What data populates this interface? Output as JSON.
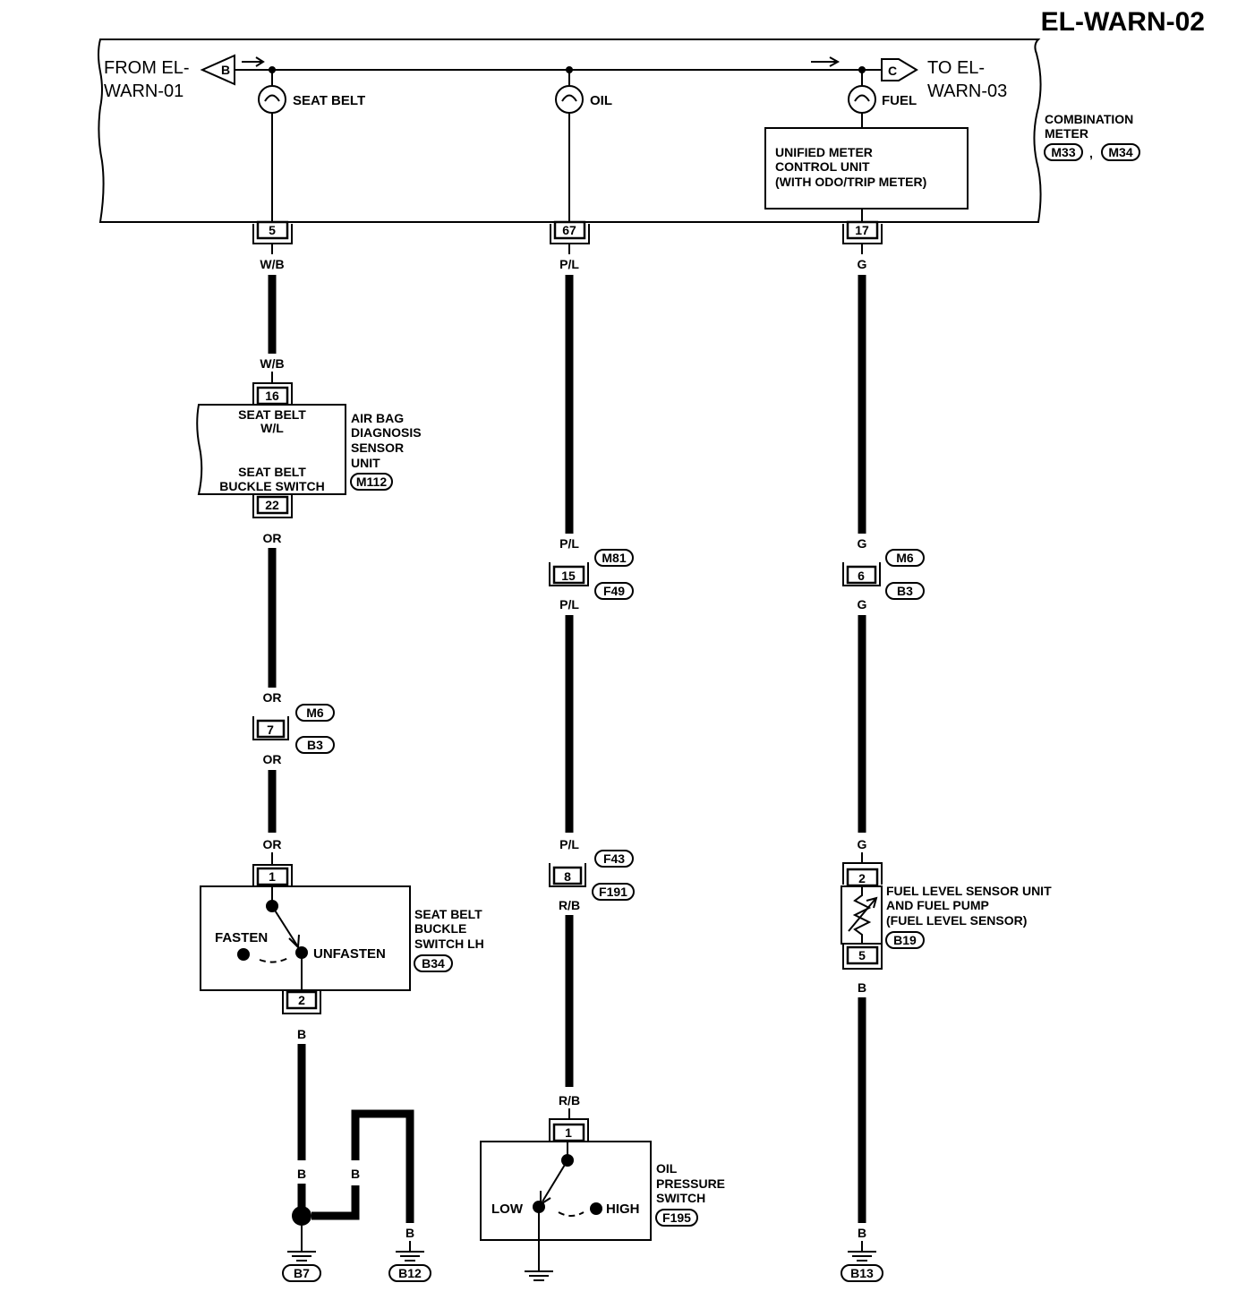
{
  "page_title": "EL-WARN-02",
  "meter": {
    "from_text_1": "FROM EL-",
    "from_text_2": "WARN-01",
    "from_connector": "B",
    "to_text_1": "TO EL-",
    "to_text_2": "WARN-03",
    "to_connector": "C",
    "label_1": "COMBINATION",
    "label_2": "METER",
    "connector_refs": [
      "M33",
      "M34"
    ],
    "separator": ",",
    "lamps": [
      "SEAT BELT",
      "OIL",
      "FUEL"
    ],
    "control_unit_lines": [
      "UNIFIED METER",
      "CONTROL UNIT",
      "(WITH ODO/TRIP METER)"
    ],
    "pins": [
      "5",
      "67",
      "17"
    ]
  },
  "seatbelt_circuit": {
    "wire_1": "W/B",
    "wire_2": "W/B",
    "airbag_pin_in": "16",
    "airbag_inner_1a": "SEAT BELT",
    "airbag_inner_1b": "W/L",
    "airbag_inner_2a": "SEAT BELT",
    "airbag_inner_2b": "BUCKLE SWITCH",
    "airbag_label": [
      "AIR BAG",
      "DIAGNOSIS",
      "SENSOR",
      "UNIT"
    ],
    "airbag_ref": "M112",
    "airbag_pin_out": "22",
    "wire_3": "OR",
    "wire_4": "OR",
    "joint_pin": "7",
    "joint_refs": [
      "M6",
      "B3"
    ],
    "wire_5": "OR",
    "wire_6": "OR",
    "switch_pin_in": "1",
    "switch_fasten": "FASTEN",
    "switch_unfasten": "UNFASTEN",
    "switch_label": [
      "SEAT BELT",
      "BUCKLE",
      "SWITCH LH"
    ],
    "switch_ref": "B34",
    "switch_pin_out": "2",
    "wire_7": "B",
    "wire_8": "B",
    "wire_9": "B",
    "wire_10": "B",
    "grounds": [
      "B7",
      "B12"
    ]
  },
  "oil_circuit": {
    "wire_1": "P/L",
    "wire_2": "P/L",
    "joint1_pin": "15",
    "joint1_refs": [
      "M81",
      "F49"
    ],
    "wire_3": "P/L",
    "wire_4": "P/L",
    "joint2_pin": "8",
    "joint2_refs": [
      "F43",
      "F191"
    ],
    "wire_5": "R/B",
    "wire_6": "R/B",
    "switch_pin": "1",
    "switch_low": "LOW",
    "switch_high": "HIGH",
    "switch_label": [
      "OIL",
      "PRESSURE",
      "SWITCH"
    ],
    "switch_ref": "F195"
  },
  "fuel_circuit": {
    "wire_1": "G",
    "wire_2": "G",
    "joint_pin": "6",
    "joint_refs": [
      "M6",
      "B3"
    ],
    "wire_3": "G",
    "wire_4": "G",
    "sensor_pin_in": "2",
    "sensor_label": [
      "FUEL LEVEL SENSOR UNIT",
      "AND FUEL PUMP",
      "(FUEL LEVEL SENSOR)"
    ],
    "sensor_ref": "B19",
    "sensor_pin_out": "5",
    "wire_5": "B",
    "wire_6": "B",
    "ground": "B13"
  }
}
